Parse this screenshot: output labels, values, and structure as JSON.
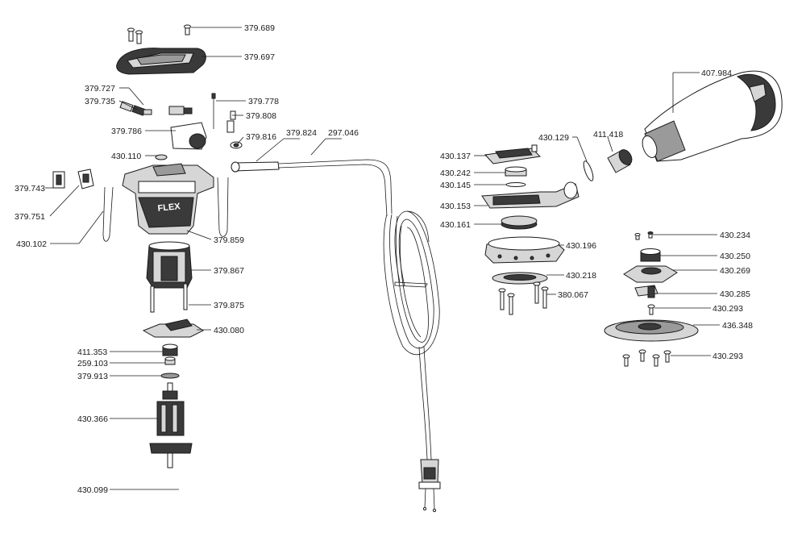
{
  "diagram": {
    "labels": [
      {
        "id": "379-689",
        "text": "379.689"
      },
      {
        "id": "379-697",
        "text": "379.697"
      },
      {
        "id": "379-727",
        "text": "379.727"
      },
      {
        "id": "379-735",
        "text": "379.735"
      },
      {
        "id": "379-778",
        "text": "379.778"
      },
      {
        "id": "379-808",
        "text": "379.808"
      },
      {
        "id": "379-786",
        "text": "379.786"
      },
      {
        "id": "379-816",
        "text": "379.816"
      },
      {
        "id": "379-824",
        "text": "379.824"
      },
      {
        "id": "297-046",
        "text": "297.046"
      },
      {
        "id": "430-110",
        "text": "430.110"
      },
      {
        "id": "379-743",
        "text": "379.743"
      },
      {
        "id": "379-751",
        "text": "379.751"
      },
      {
        "id": "430-102",
        "text": "430.102"
      },
      {
        "id": "379-859",
        "text": "379.859"
      },
      {
        "id": "379-867",
        "text": "379.867"
      },
      {
        "id": "379-875",
        "text": "379.875"
      },
      {
        "id": "430-080",
        "text": "430.080"
      },
      {
        "id": "411-353",
        "text": "411.353"
      },
      {
        "id": "259-103",
        "text": "259.103"
      },
      {
        "id": "379-913",
        "text": "379.913"
      },
      {
        "id": "430-366",
        "text": "430.366"
      },
      {
        "id": "430-099",
        "text": "430.099"
      },
      {
        "id": "407-984",
        "text": "407.984"
      },
      {
        "id": "430-129",
        "text": "430.129"
      },
      {
        "id": "411-418",
        "text": "411.418"
      },
      {
        "id": "430-137",
        "text": "430.137"
      },
      {
        "id": "430-242",
        "text": "430.242"
      },
      {
        "id": "430-145",
        "text": "430.145"
      },
      {
        "id": "430-153",
        "text": "430.153"
      },
      {
        "id": "430-161",
        "text": "430.161"
      },
      {
        "id": "430-196",
        "text": "430.196"
      },
      {
        "id": "430-218",
        "text": "430.218"
      },
      {
        "id": "380-067",
        "text": "380.067"
      },
      {
        "id": "430-234",
        "text": "430.234"
      },
      {
        "id": "430-250",
        "text": "430.250"
      },
      {
        "id": "430-269",
        "text": "430.269"
      },
      {
        "id": "430-285",
        "text": "430.285"
      },
      {
        "id": "430-293a",
        "text": "430.293"
      },
      {
        "id": "436-348",
        "text": "436.348"
      },
      {
        "id": "430-293b",
        "text": "430.293"
      }
    ],
    "brand": "FLEX"
  }
}
